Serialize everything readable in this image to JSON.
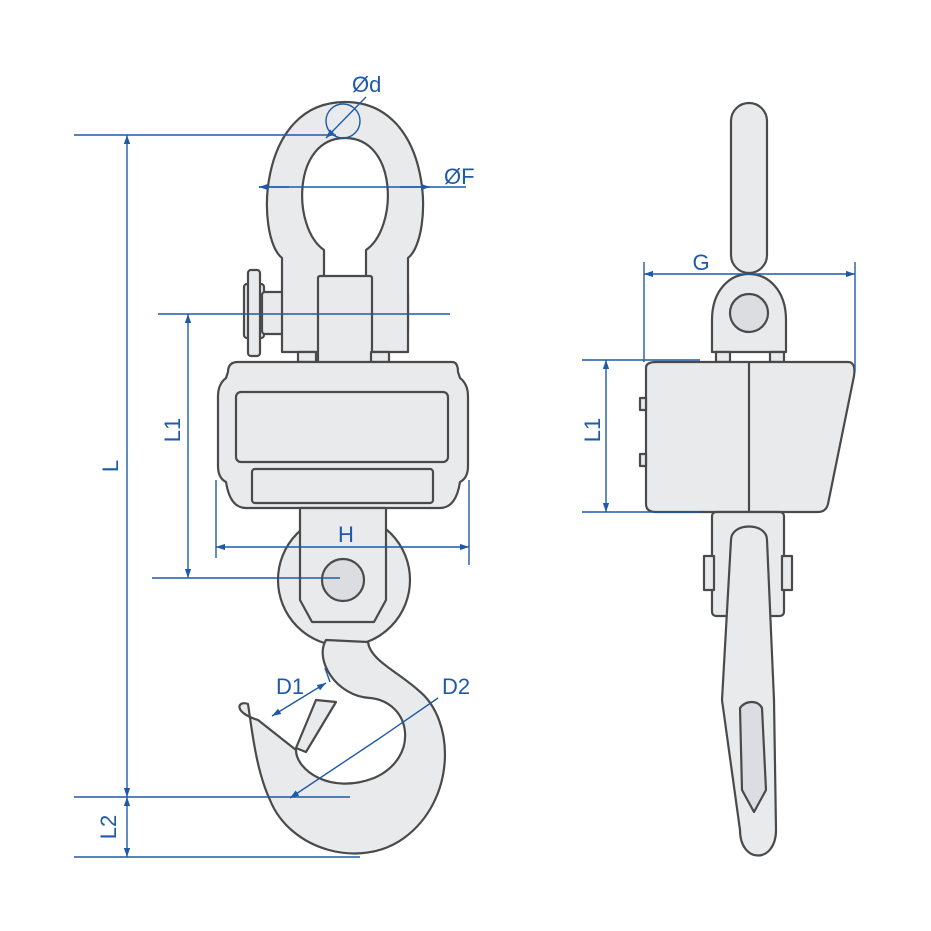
{
  "labels": {
    "od": "Ød",
    "of": "ØF",
    "l": "L",
    "l1_front": "L1",
    "l2": "L2",
    "h": "H",
    "d1": "D1",
    "d2": "D2",
    "g": "G",
    "l1_side": "L1"
  },
  "colors": {
    "dimension": "#1f5aa8",
    "body_fill": "#e9eaec",
    "outline": "#4a4a4a"
  }
}
